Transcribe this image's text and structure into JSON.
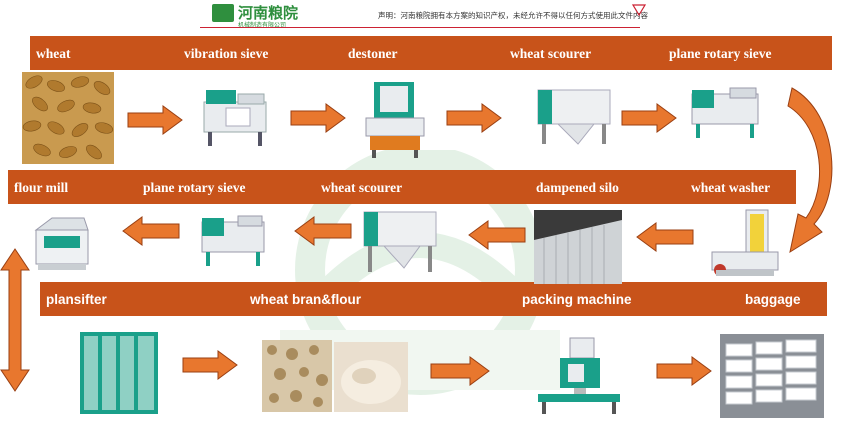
{
  "header": {
    "logo_text": "河南粮院",
    "logo_sub": "机械制造有限公司",
    "notice": "声明：河南粮院拥有本方案的知识产权，未经允许不得以任何方式使用此文件内容"
  },
  "rows": [
    {
      "labels": [
        "wheat",
        "vibration sieve",
        "destoner",
        "wheat scourer",
        "plane rotary sieve"
      ]
    },
    {
      "labels": [
        "flour mill",
        "plane rotary sieve",
        "wheat scourer",
        "dampened silo",
        "wheat washer"
      ]
    },
    {
      "labels": [
        "plansifter",
        "wheat bran&flour",
        "packing machine",
        "baggage"
      ]
    }
  ],
  "colors": {
    "band": "#c8531a",
    "arrow": "#e8772e",
    "arrow_stroke": "#9a3f12",
    "machine_green": "#1aa08a"
  }
}
